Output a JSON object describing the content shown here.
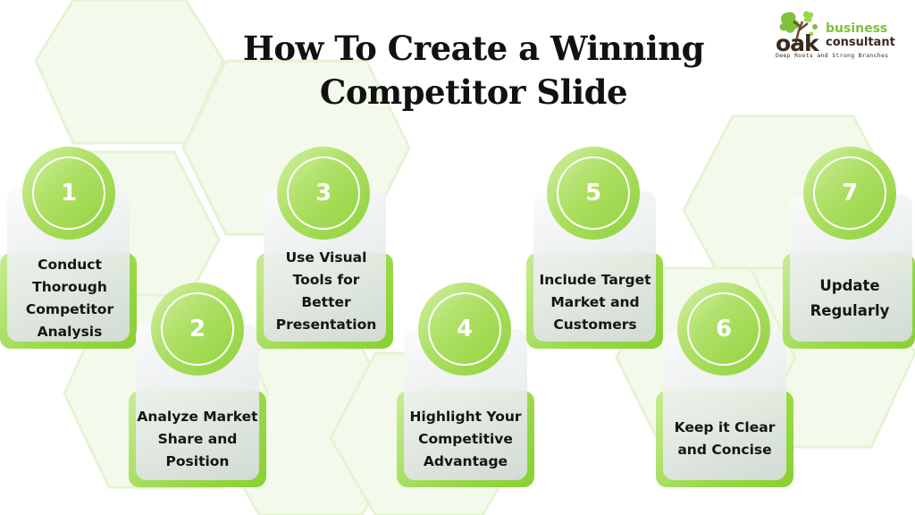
{
  "title": {
    "line1": "How To Create a Winning",
    "line2": "Competitor Slide"
  },
  "logo": {
    "wordmark": "oak",
    "line1": "business",
    "line2": "consultant",
    "tagline": "Deep Roots and Strong Branches",
    "icon": "oak-leaf-tree-icon"
  },
  "colors": {
    "accent_green": "#9ad94a",
    "circle_light": "#d2f0a4",
    "circle_dark": "#8fd23c",
    "card_grey": "#e6eaea",
    "hex_bg": "#f3f9ea",
    "text": "#151515",
    "logo_brown": "#3a2a1e",
    "logo_green": "#7dc23a"
  },
  "steps": [
    {
      "number": "1",
      "label_lines": [
        "Conduct",
        "Thorough",
        "Competitor",
        "Analysis"
      ]
    },
    {
      "number": "2",
      "label_lines": [
        "Analyze Market",
        "Share and",
        "Position"
      ]
    },
    {
      "number": "3",
      "label_lines": [
        "Use Visual",
        "Tools for",
        "Better",
        "Presentation"
      ]
    },
    {
      "number": "4",
      "label_lines": [
        "Highlight Your",
        "Competitive",
        "Advantage"
      ]
    },
    {
      "number": "5",
      "label_lines": [
        "Include Target",
        "Market and",
        "Customers"
      ]
    },
    {
      "number": "6",
      "label_lines": [
        "Keep it Clear",
        "and Concise"
      ]
    },
    {
      "number": "7",
      "label_lines": [
        "Update",
        "Regularly"
      ]
    }
  ]
}
